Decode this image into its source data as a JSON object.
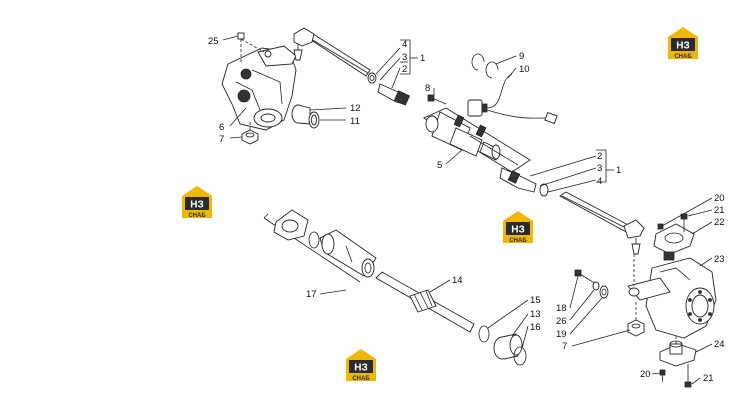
{
  "watermark": {
    "monogram": "НЗ",
    "brand": "СНАБ",
    "color_yellow": "#F2B705",
    "color_dark": "#2b2b2b"
  },
  "labels": {
    "l25": "25",
    "l6": "6",
    "l7a": "7",
    "l4a": "4",
    "l3a": "3",
    "l1a": "1",
    "l2a": "2",
    "l8": "8",
    "l12": "12",
    "l11": "11",
    "l9": "9",
    "l10": "10",
    "l5": "5",
    "l2b": "2",
    "l3b": "3",
    "l4b": "4",
    "l1b": "1",
    "l14": "14",
    "l17": "17",
    "l15": "15",
    "l13": "13",
    "l16": "16",
    "l20a": "20",
    "l21a": "21",
    "l22": "22",
    "l23": "23",
    "l18": "18",
    "l26": "26",
    "l19": "19",
    "l7b": "7",
    "l24": "24",
    "l20b": "20",
    "l21b": "21"
  }
}
